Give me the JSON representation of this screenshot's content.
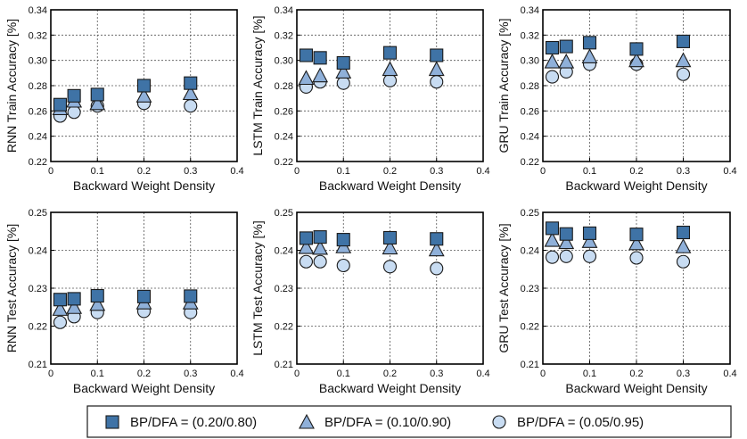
{
  "colors": {
    "bp20": "#3f73a6",
    "bp10": "#8fb0d9",
    "bp05": "#c8dcf2",
    "edge": "#1a1a1a",
    "grid": "#555555"
  },
  "legend": {
    "items": [
      {
        "label": "BP/DFA = (0.20/0.80)",
        "marker": "square",
        "color": "bp20"
      },
      {
        "label": "BP/DFA = (0.10/0.90)",
        "marker": "triangle",
        "color": "bp10"
      },
      {
        "label": "BP/DFA = (0.05/0.95)",
        "marker": "circle",
        "color": "bp05"
      }
    ]
  },
  "chart_data": [
    {
      "type": "scatter",
      "xlabel": "Backward Weight Density",
      "ylabel": "RNN Train Accuracy [%]",
      "xlim": [
        0,
        0.4
      ],
      "ylim": [
        0.22,
        0.34
      ],
      "xticks": [
        "0",
        "0.1",
        "0.2",
        "0.3",
        "0.4"
      ],
      "yticks": [
        "0.22",
        "0.24",
        "0.26",
        "0.28",
        "0.30",
        "0.32",
        "0.34"
      ],
      "grid": true,
      "x": [
        0.02,
        0.05,
        0.1,
        0.2,
        0.3
      ],
      "series": [
        {
          "name": "BP/DFA = (0.20/0.80)",
          "marker": "square",
          "values": [
            0.265,
            0.272,
            0.273,
            0.28,
            0.282
          ]
        },
        {
          "name": "BP/DFA = (0.10/0.90)",
          "marker": "triangle",
          "values": [
            0.262,
            0.268,
            0.266,
            0.272,
            0.274
          ]
        },
        {
          "name": "BP/DFA = (0.05/0.95)",
          "marker": "circle",
          "values": [
            0.256,
            0.259,
            0.264,
            0.266,
            0.264
          ]
        }
      ]
    },
    {
      "type": "scatter",
      "xlabel": "Backward Weight Density",
      "ylabel": "LSTM Train Accuracy [%]",
      "xlim": [
        0,
        0.4
      ],
      "ylim": [
        0.22,
        0.34
      ],
      "xticks": [
        "0",
        "0.1",
        "0.2",
        "0.3",
        "0.4"
      ],
      "yticks": [
        "0.22",
        "0.24",
        "0.26",
        "0.28",
        "0.30",
        "0.32",
        "0.34"
      ],
      "grid": true,
      "x": [
        0.02,
        0.05,
        0.1,
        0.2,
        0.3
      ],
      "series": [
        {
          "name": "BP/DFA = (0.20/0.80)",
          "marker": "square",
          "values": [
            0.304,
            0.302,
            0.298,
            0.306,
            0.304
          ]
        },
        {
          "name": "BP/DFA = (0.10/0.90)",
          "marker": "triangle",
          "values": [
            0.286,
            0.288,
            0.291,
            0.293,
            0.293
          ]
        },
        {
          "name": "BP/DFA = (0.05/0.95)",
          "marker": "circle",
          "values": [
            0.279,
            0.283,
            0.282,
            0.284,
            0.283
          ]
        }
      ]
    },
    {
      "type": "scatter",
      "xlabel": "Backward Weight Density",
      "ylabel": "GRU Train Accuracy [%]",
      "xlim": [
        0,
        0.4
      ],
      "ylim": [
        0.22,
        0.34
      ],
      "xticks": [
        "0",
        "0.1",
        "0.2",
        "0.3",
        "0.4"
      ],
      "yticks": [
        "0.22",
        "0.24",
        "0.26",
        "0.28",
        "0.30",
        "0.32",
        "0.34"
      ],
      "grid": true,
      "x": [
        0.02,
        0.05,
        0.1,
        0.2,
        0.3
      ],
      "series": [
        {
          "name": "BP/DFA = (0.20/0.80)",
          "marker": "square",
          "values": [
            0.31,
            0.311,
            0.314,
            0.309,
            0.315
          ]
        },
        {
          "name": "BP/DFA = (0.10/0.90)",
          "marker": "triangle",
          "values": [
            0.299,
            0.299,
            0.303,
            0.3,
            0.3
          ]
        },
        {
          "name": "BP/DFA = (0.05/0.95)",
          "marker": "circle",
          "values": [
            0.287,
            0.291,
            0.297,
            0.297,
            0.289
          ]
        }
      ]
    },
    {
      "type": "scatter",
      "xlabel": "Backward Weight Density",
      "ylabel": "RNN Test Accuracy [%]",
      "xlim": [
        0,
        0.4
      ],
      "ylim": [
        0.21,
        0.25
      ],
      "xticks": [
        "0",
        "0.1",
        "0.2",
        "0.3",
        "0.4"
      ],
      "yticks": [
        "0.21",
        "0.22",
        "0.23",
        "0.24",
        "0.25"
      ],
      "grid": true,
      "x": [
        0.02,
        0.05,
        0.1,
        0.2,
        0.3
      ],
      "series": [
        {
          "name": "BP/DFA = (0.20/0.80)",
          "marker": "square",
          "values": [
            0.227,
            0.2272,
            0.228,
            0.2278,
            0.2279
          ]
        },
        {
          "name": "BP/DFA = (0.10/0.90)",
          "marker": "triangle",
          "values": [
            0.2245,
            0.225,
            0.2258,
            0.2262,
            0.2262
          ]
        },
        {
          "name": "BP/DFA = (0.05/0.95)",
          "marker": "circle",
          "values": [
            0.221,
            0.2225,
            0.2236,
            0.2239,
            0.2236
          ]
        }
      ]
    },
    {
      "type": "scatter",
      "xlabel": "Backward Weight Density",
      "ylabel": "LSTM Test Accuracy [%]",
      "xlim": [
        0,
        0.4
      ],
      "ylim": [
        0.21,
        0.25
      ],
      "xticks": [
        "0",
        "0.1",
        "0.2",
        "0.3",
        "0.4"
      ],
      "yticks": [
        "0.21",
        "0.22",
        "0.23",
        "0.24",
        "0.25"
      ],
      "grid": true,
      "x": [
        0.02,
        0.05,
        0.1,
        0.2,
        0.3
      ],
      "series": [
        {
          "name": "BP/DFA = (0.20/0.80)",
          "marker": "square",
          "values": [
            0.2432,
            0.2435,
            0.2428,
            0.2433,
            0.243
          ]
        },
        {
          "name": "BP/DFA = (0.10/0.90)",
          "marker": "triangle",
          "values": [
            0.2408,
            0.2406,
            0.241,
            0.2407,
            0.2402
          ]
        },
        {
          "name": "BP/DFA = (0.05/0.95)",
          "marker": "circle",
          "values": [
            0.237,
            0.237,
            0.236,
            0.2357,
            0.2352
          ]
        }
      ]
    },
    {
      "type": "scatter",
      "xlabel": "Backward Weight Density",
      "ylabel": "GRU Test Accuracy [%]",
      "xlim": [
        0,
        0.4
      ],
      "ylim": [
        0.21,
        0.25
      ],
      "xticks": [
        "0",
        "0.1",
        "0.2",
        "0.3",
        "0.4"
      ],
      "yticks": [
        "0.21",
        "0.22",
        "0.23",
        "0.24",
        "0.25"
      ],
      "grid": true,
      "x": [
        0.02,
        0.05,
        0.1,
        0.2,
        0.3
      ],
      "series": [
        {
          "name": "BP/DFA = (0.20/0.80)",
          "marker": "square",
          "values": [
            0.2458,
            0.2443,
            0.2445,
            0.2442,
            0.2447
          ]
        },
        {
          "name": "BP/DFA = (0.10/0.90)",
          "marker": "triangle",
          "values": [
            0.2427,
            0.2421,
            0.2424,
            0.2418,
            0.241
          ]
        },
        {
          "name": "BP/DFA = (0.05/0.95)",
          "marker": "circle",
          "values": [
            0.2382,
            0.2384,
            0.2384,
            0.238,
            0.237
          ]
        }
      ]
    }
  ]
}
